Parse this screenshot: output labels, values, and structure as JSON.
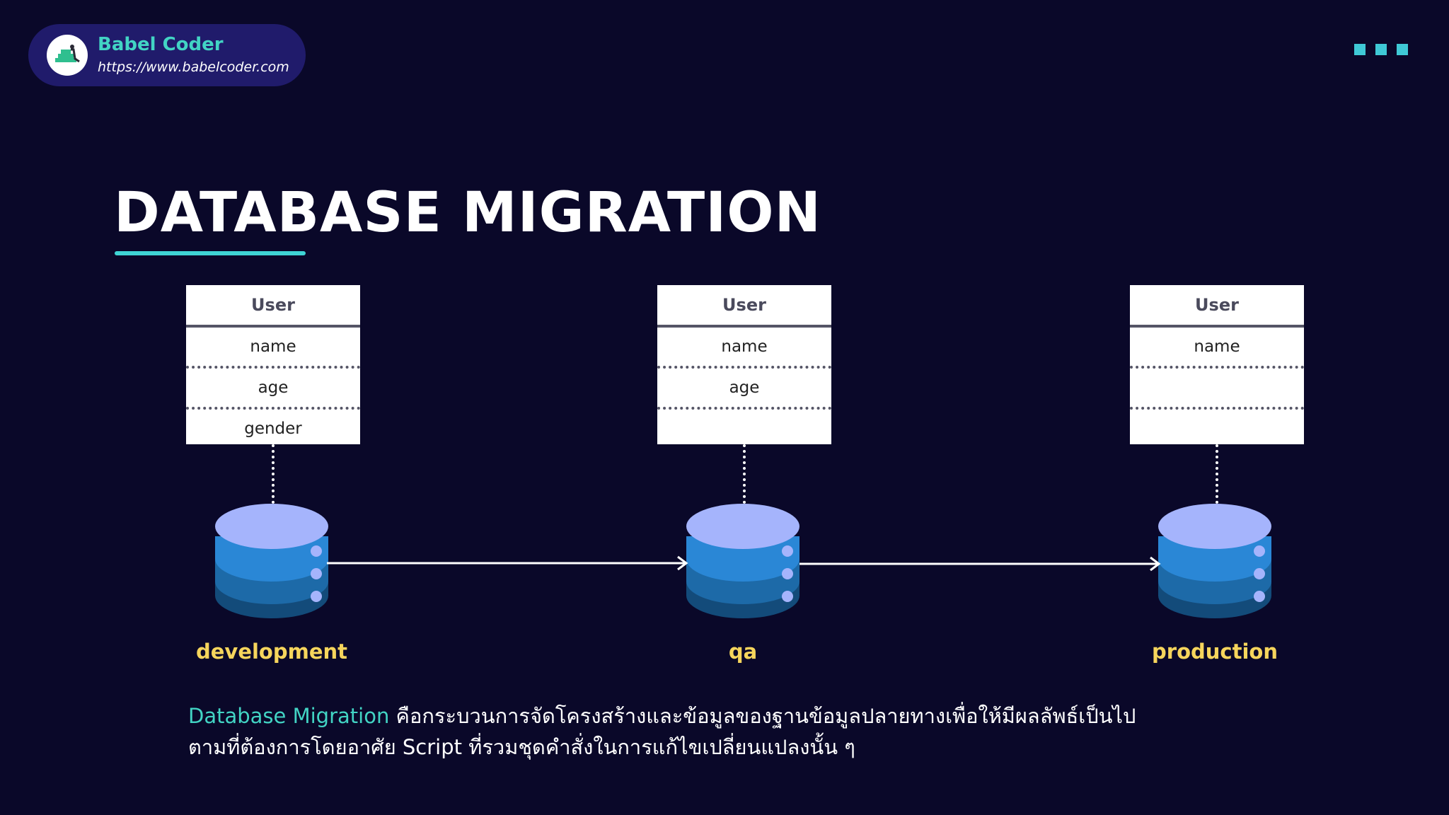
{
  "brand": {
    "name": "Babel Coder",
    "url": "https://www.babelcoder.com"
  },
  "title": "DATABASE MIGRATION",
  "tables": [
    {
      "header": "User",
      "fields": [
        "name",
        "age",
        "gender"
      ]
    },
    {
      "header": "User",
      "fields": [
        "name",
        "age",
        ""
      ]
    },
    {
      "header": "User",
      "fields": [
        "name",
        "",
        ""
      ]
    }
  ],
  "environments": [
    "development",
    "qa",
    "production"
  ],
  "description": {
    "highlight": "Database Migration",
    "line1": " คือกระบวนการจัดโครงสร้างและข้อมูลของฐานข้อมูลปลายทางเพื่อให้มีผลลัพธ์เป็นไป",
    "line2": "ตามที่ต้องการโดยอาศัย Script ที่รวมชุดคำสั่งในการแก้ไขเปลี่ยนแปลงนั้น ๆ"
  },
  "colors": {
    "background": "#0a0829",
    "accent": "#42d4c4",
    "label": "#f6d55c",
    "db_top": "#a5b4fc",
    "db_layer1": "#2a87d6",
    "db_layer2": "#1d6aa8",
    "db_layer3": "#134b7a"
  }
}
